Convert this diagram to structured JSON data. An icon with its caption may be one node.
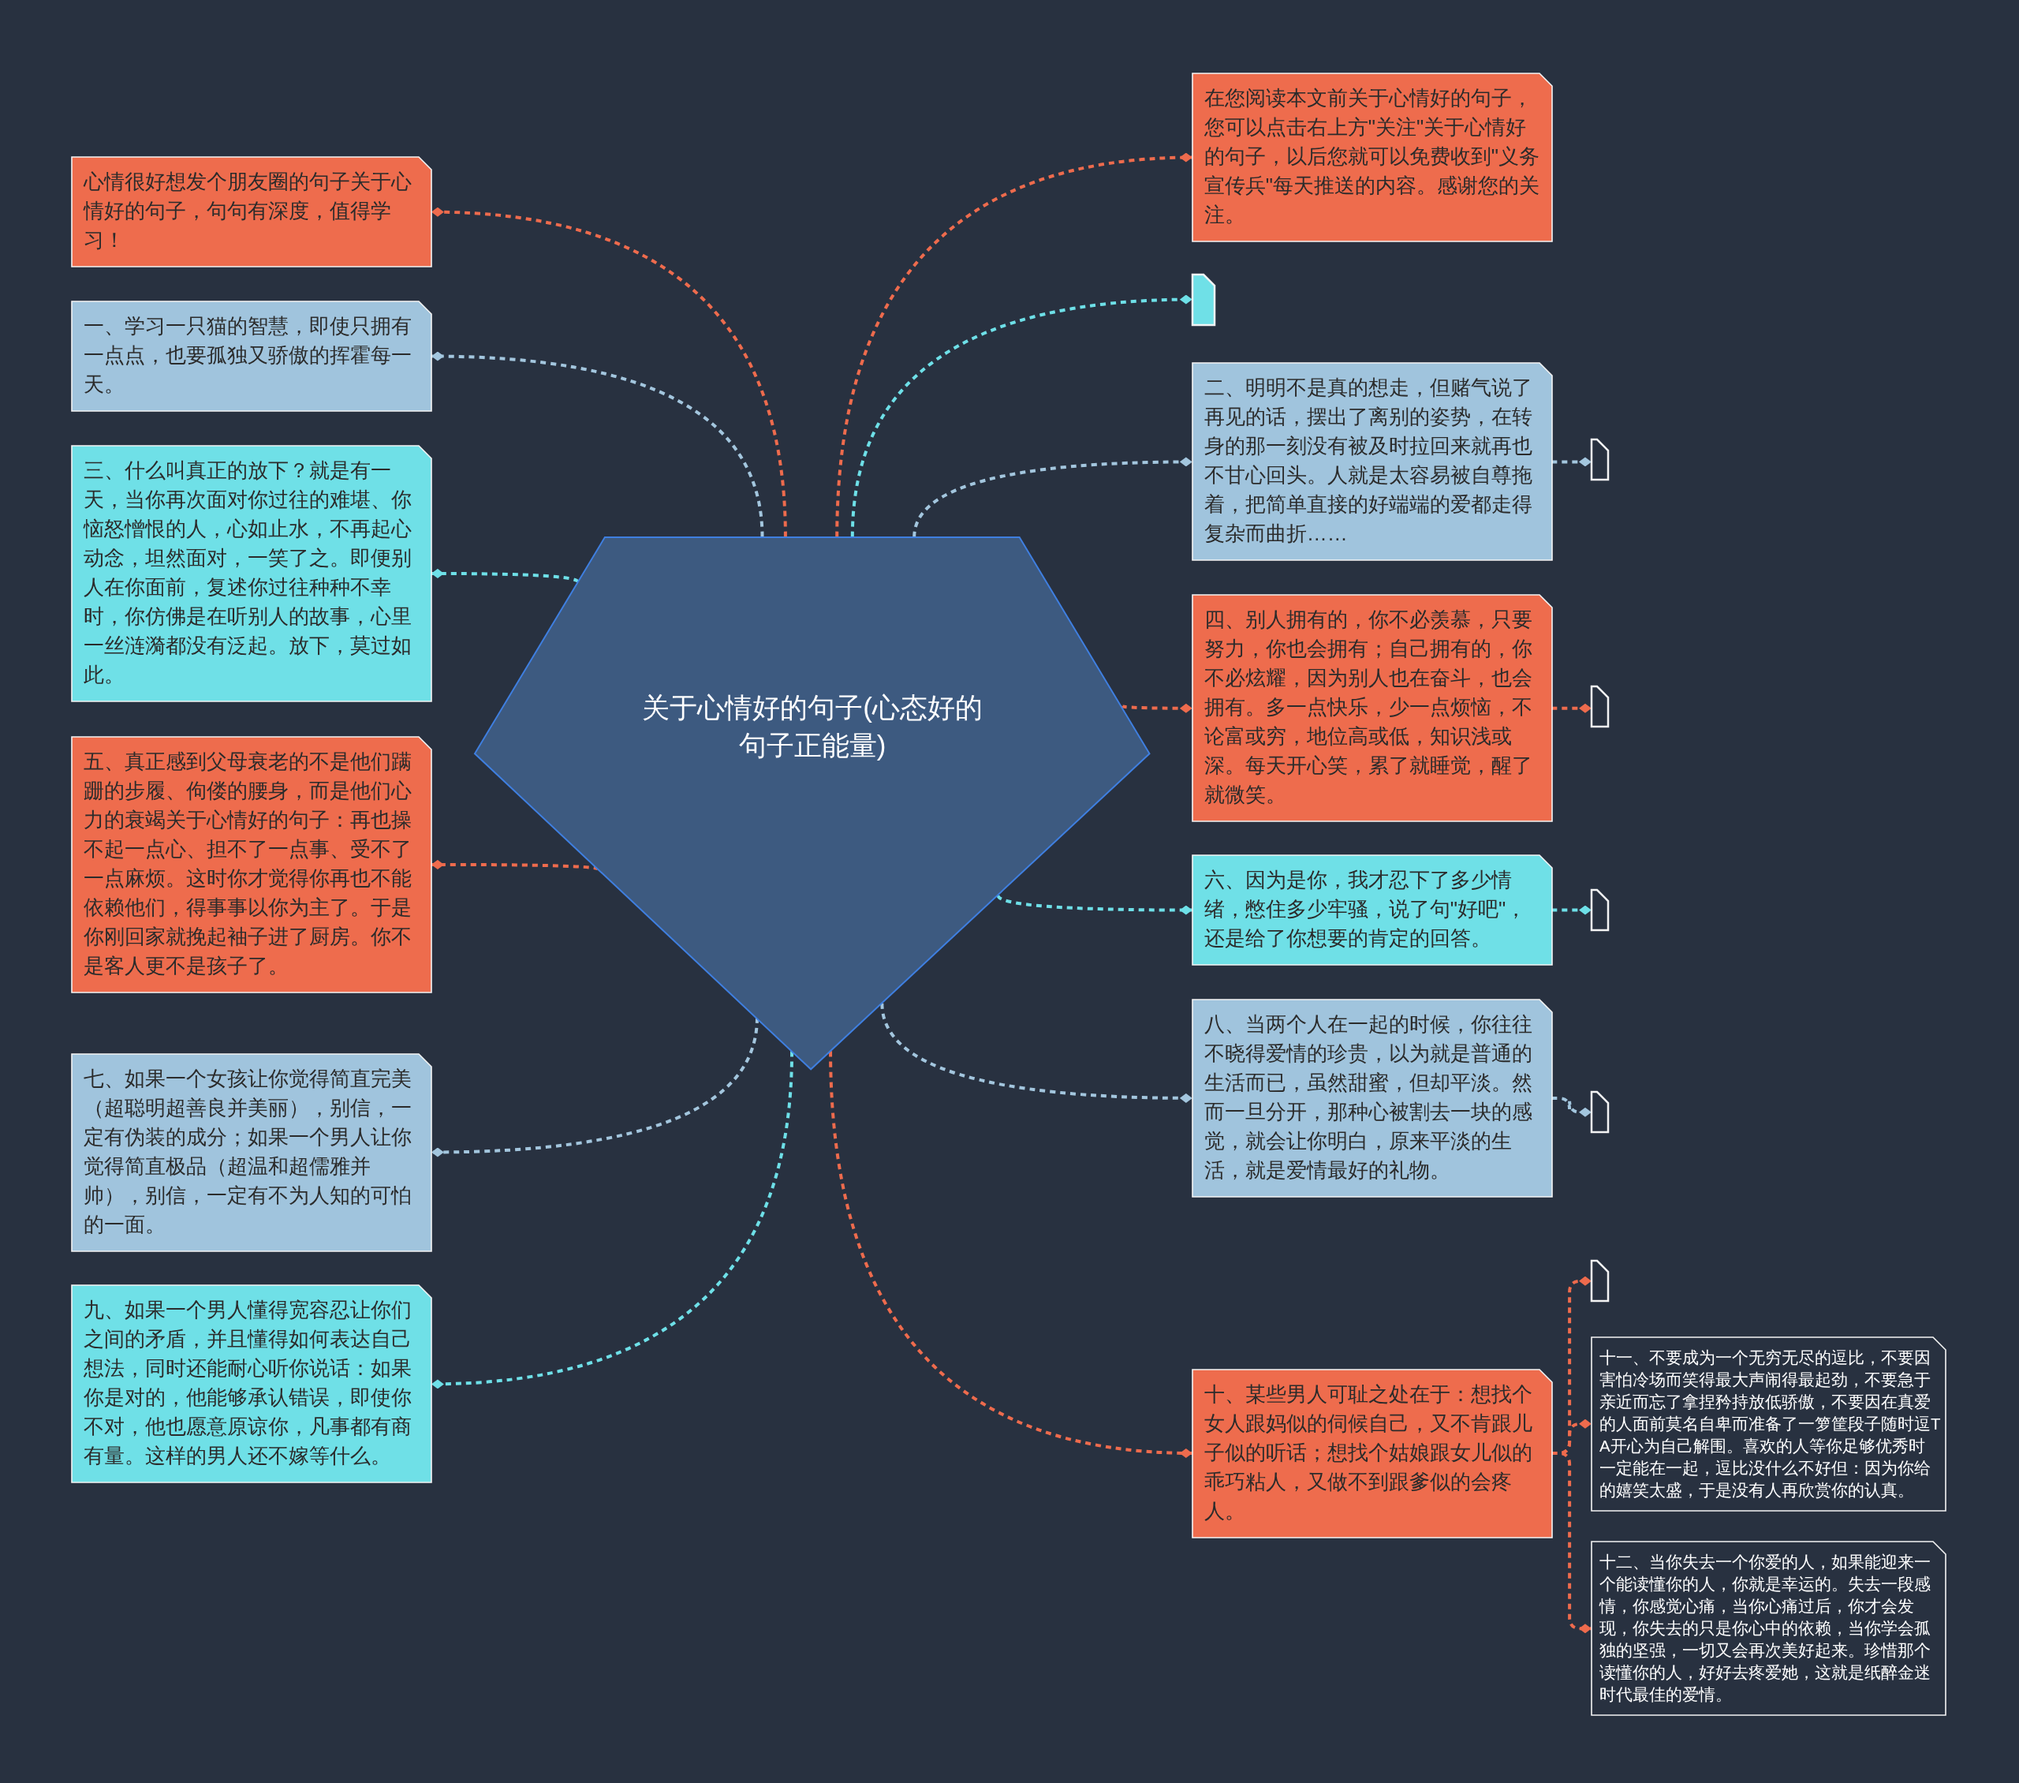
{
  "diagram": {
    "nodes": [
      {
        "text": [
          "关于心情好的句子(心态好的句子正能量)"
        ]
      },
      {
        "text": [
          "心情很好想发个朋友圈的句子关于心情好的句子，句句有深度，值得学习！"
        ]
      },
      {
        "text": [
          "一、学习一只猫的智慧，即使只拥有一点点，也要孤独又骄傲的挥霍每一天。"
        ]
      },
      {
        "text": [
          "三、什么叫真正的放下？就是有一天，当你再次面对你过往的难堪、你恼怒憎恨的人，心如止水，不再起心动念，坦然面对，一笑了之。即便别人在你面前，复述你过往种种不幸时，你仿佛是在听别人的故事，心里一丝涟漪都没有泛起。放下，莫过如此。"
        ]
      },
      {
        "text": [
          "五、真正感到父母衰老的不是他们蹒跚的步履、佝偻的腰身，而是他们心力的衰竭关于心情好的句子：再也操不起一点心、担不了一点事、受不了一点麻烦。这时你才觉得你再也不能依赖他们，得事事以你为主了。于是你刚回家就挽起袖子进了厨房。你不是客人更不是孩子了。"
        ]
      },
      {
        "text": [
          "七、如果一个女孩让你觉得简直完美（超聪明超善良并美丽），别信，一定有伪装的成分；如果一个男人让你觉得简直极品（超温和超儒雅并帅），别信，一定有不为人知的可怕的一面。"
        ]
      },
      {
        "text": [
          "九、如果一个男人懂得宽容忍让你们之间的矛盾，并且懂得如何表达自己想法，同时还能耐心听你说话：如果你是对的，他能够承认错误，即使你不对，他也愿意原谅你，凡事都有商有量。这样的男人还不嫁等什么。"
        ]
      },
      {
        "text": [
          "在您阅读本文前关于心情好的句子，您可以点击右上方\"关注\"关于心情好的句子，以后您就可以免费收到\"义务宣传兵\"每天推送的内容。感谢您的关注。"
        ]
      },
      {
        "text": [],
        "shape": "box"
      },
      {
        "text": [
          "二、明明不是真的想走，但赌气说了再见的话，摆出了离别的姿势，在转身的那一刻没有被及时拉回来就再也不甘心回头。人就是太容易被自尊拖着，把简单直接的好端端的爱都走得复杂而曲折……"
        ]
      },
      {
        "text": [
          "四、别人拥有的，你不必羡慕，只要努力，你也会拥有；自己拥有的，你不必炫耀，因为别人也在奋斗，也会拥有。多一点快乐，少一点烦恼，不论富或穷，地位高或低，知识浅或深。每天开心笑，累了就睡觉，醒了就微笑。"
        ]
      },
      {
        "text": [
          "六、因为是你，我才忍下了多少情绪，憋住多少牢骚，说了句\"好吧\"，还是给了你想要的肯定的回答。"
        ]
      },
      {
        "text": [
          "八、当两个人在一起的时候，你往往不晓得爱情的珍贵，以为就是普通的生活而已，虽然甜蜜，但却平淡。然而一旦分开，那种心被割去一块的感觉，就会让你明白，原来平淡的生活，就是爱情最好的礼物。"
        ]
      },
      {
        "text": [
          "十、某些男人可耻之处在于：想找个女人跟妈似的伺候自己，又不肯跟儿子似的听话；想找个姑娘跟女儿似的乖巧粘人，又做不到跟爹似的会疼人。"
        ]
      },
      {
        "text": [],
        "shape": "box"
      },
      {
        "text": [],
        "shape": "box"
      },
      {
        "text": [],
        "shape": "box"
      },
      {
        "text": [],
        "shape": "box"
      },
      {
        "text": [],
        "shape": "box"
      },
      {
        "text": [
          "十一、不要成为一个无穷无尽的逗比，不要因害怕冷场而笑得最大声闹得最起劲，不要急于亲近而忘了拿捏矜持放低骄傲，不要因在真爱的人面前莫名自卑而准备了一箩筐段子随时逗TA开心为自己解围。喜欢的人等你足够优秀时一定能在一起，逗比没什么不好但：因为你给的嬉笑太盛，于是没有人再欣赏你的认真。"
        ]
      },
      {
        "text": [
          "十二、当你失去一个你爱的人，如果能迎来一个能读懂你的人，你就是幸运的。失去一段感情，你感觉心痛，当你心痛过后，你才会发现，你失去的只是你心中的依赖，当你学会孤独的坚强，一切又会再次美好起来。珍惜那个读懂你的人，好好去疼爱她，这就是纸醉金迷时代最佳的爱情。"
        ]
      }
    ],
    "edges": [
      {
        "from": 0,
        "to": 1,
        "arrow": "other"
      },
      {
        "from": 0,
        "to": 2,
        "arrow": "other",
        "color": "#a3c6de"
      },
      {
        "from": 0,
        "to": 3,
        "arrow": "other",
        "color": "#6ee0e8"
      },
      {
        "from": 0,
        "to": 4,
        "arrow": "other"
      },
      {
        "from": 0,
        "to": 5,
        "arrow": "other",
        "color": "#a3c6de"
      },
      {
        "from": 0,
        "to": 6,
        "arrow": "other",
        "color": "#6ee0e8"
      },
      {
        "from": 0,
        "to": 7,
        "arrow": "other"
      },
      {
        "from": 0,
        "to": 8,
        "arrow": "other",
        "color": "#6ee0e8"
      },
      {
        "from": 0,
        "to": 9,
        "arrow": "other",
        "color": "#a3c6de"
      },
      {
        "from": 0,
        "to": 10,
        "arrow": "other"
      },
      {
        "from": 0,
        "to": 11,
        "arrow": "other",
        "color": "#6ee0e8"
      },
      {
        "from": 0,
        "to": 12,
        "arrow": "other",
        "color": "#a3c6de"
      },
      {
        "from": 0,
        "to": 13,
        "arrow": "other"
      },
      {
        "from": 9,
        "to": 14,
        "arrow": "other",
        "color": "#a3c6de"
      },
      {
        "from": 10,
        "to": 15,
        "arrow": "other"
      },
      {
        "from": 11,
        "to": 16,
        "arrow": "other",
        "color": "#6ee0e8"
      },
      {
        "from": 12,
        "to": 17,
        "arrow": "other",
        "color": "#a3c6de"
      },
      {
        "from": 13,
        "to": 18,
        "arrow": "other"
      },
      {
        "from": 13,
        "to": 19,
        "arrow": "other"
      },
      {
        "from": 13,
        "to": 20,
        "arrow": "other"
      }
    ]
  }
}
